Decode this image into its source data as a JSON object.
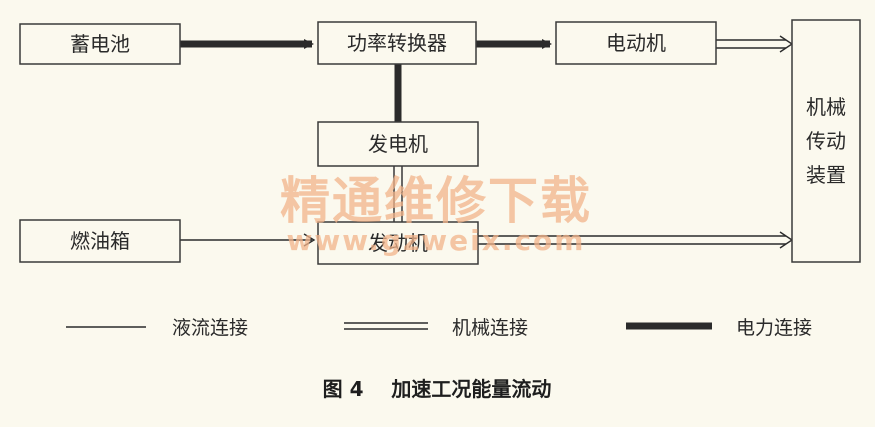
{
  "boxes": {
    "battery": "蓄电池",
    "converter": "功率转换器",
    "motor": "电动机",
    "generator": "发电机",
    "fuel_tank": "燃油箱",
    "engine": "发动机",
    "transmission": [
      "机械",
      "传动",
      "装置"
    ]
  },
  "legend": {
    "fluid": "液流连接",
    "mechanical": "机械连接",
    "electrical": "电力连接"
  },
  "caption": "图 4    加速工况能量流动",
  "watermark": {
    "text": "精通维修下载",
    "url": "www.gzweix.com"
  },
  "colors": {
    "line": "#2b2b2b",
    "box_stroke": "#3a3a3a",
    "box_fill": "#fbf9ee",
    "watermark": "#f2b38a"
  }
}
